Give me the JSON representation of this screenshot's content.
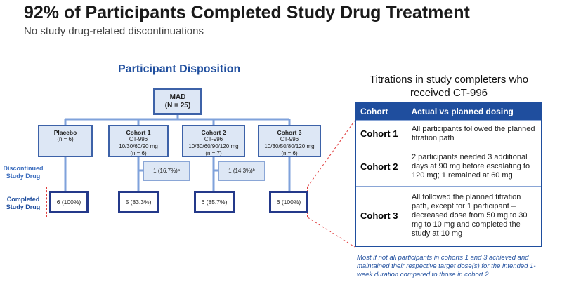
{
  "title": "92% of Participants Completed Study Drug Treatment",
  "subtitle": "No study drug-related discontinuations",
  "disposition": {
    "heading": "Participant Disposition",
    "root": {
      "name": "MAD",
      "n": "(N = 25)"
    },
    "arms": [
      {
        "name": "Placebo",
        "drug": "",
        "doses": "",
        "n": "(n = 6)"
      },
      {
        "name": "Cohort 1",
        "drug": "CT-996",
        "doses": "10/30/60/90 mg",
        "n": "(n = 6)"
      },
      {
        "name": "Cohort 2",
        "drug": "CT-996",
        "doses": "10/30/60/90/120 mg",
        "n": "(n = 7)"
      },
      {
        "name": "Cohort 3",
        "drug": "CT-996",
        "doses": "10/30/50/80/120 mg",
        "n": "(n = 6)"
      }
    ],
    "discontinued_label": "Discontinued Study Drug",
    "discontinued": [
      "1 (16.7%)ᵃ",
      "1 (14.3%)ᵇ"
    ],
    "completed_label": "Completed Study Drug",
    "completed": [
      "6 (100%)",
      "5 (83.3%)",
      "6 (85.7%)",
      "6 (100%)"
    ]
  },
  "titrations": {
    "heading": "Titrations in study completers who received CT-996",
    "headers": [
      "Cohort",
      "Actual vs planned dosing"
    ],
    "rows": [
      {
        "cohort": "Cohort 1",
        "text": "All participants followed the planned titration path"
      },
      {
        "cohort": "Cohort 2",
        "text": "2 participants needed 3 additional days at 90 mg before escalating to 120 mg; 1 remained at 60 mg"
      },
      {
        "cohort": "Cohort 3",
        "text": "All followed the planned titration path, except for 1 participant – decreased dose from 50 mg to 30 mg to 10 mg and completed the study at 10 mg"
      }
    ]
  },
  "footnote": "Most if not all participants in cohorts 1 and 3 achieved and maintained their respective target dose(s) for the intended 1-week duration compared to those in cohort 2",
  "colors": {
    "accent": "#1f4e9e",
    "box_fill": "#dde7f5",
    "dashed": "#e03a3a",
    "connector": "#7fa2db"
  }
}
